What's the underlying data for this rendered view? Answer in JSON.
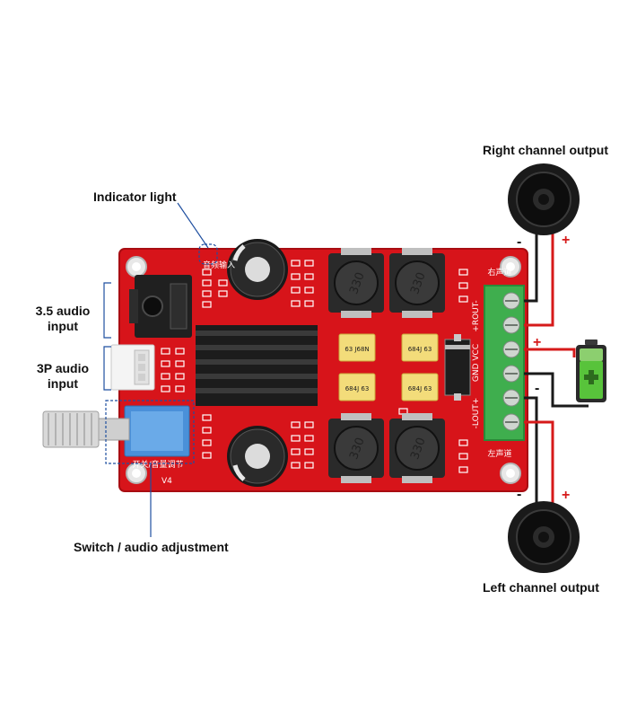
{
  "labels": {
    "indicator_light": "Indicator light",
    "audio_35_line1": "3.5 audio",
    "audio_35_line2": "input",
    "audio_3p_line1": "3P audio",
    "audio_3p_line2": "input",
    "switch_audio": "Switch / audio adjustment",
    "right_channel": "Right channel output",
    "left_channel": "Left channel output"
  },
  "polarity": {
    "plus": "+",
    "minus": "-"
  },
  "board": {
    "silk_audio_in": "音频输入",
    "silk_switch_vol": "开关/音量调节",
    "silk_version": "V4",
    "silk_right": "右声道",
    "silk_left": "左声道",
    "terminal_rout": "+ROUT-",
    "terminal_power": "GND VCC",
    "terminal_lout": "-LOUT+",
    "inductor_top_left": "330",
    "inductor_top_right": "330",
    "inductor_bottom_left": "330",
    "inductor_bottom_right": "330",
    "cap_1": "63 J68N",
    "cap_2": "684J 63",
    "cap_3": "684J 63",
    "cap_4": "684J 63"
  },
  "colors": {
    "pcb_red": "#d7141a",
    "wire_red": "#d61a1a",
    "terminal_green": "#3fae4e",
    "battery_green": "#58c33b",
    "heatsink": "#1c1c1c",
    "label_text": "#111111"
  },
  "icons": {
    "speaker_right": "speaker-icon",
    "speaker_left": "speaker-icon",
    "battery": "battery-icon"
  }
}
